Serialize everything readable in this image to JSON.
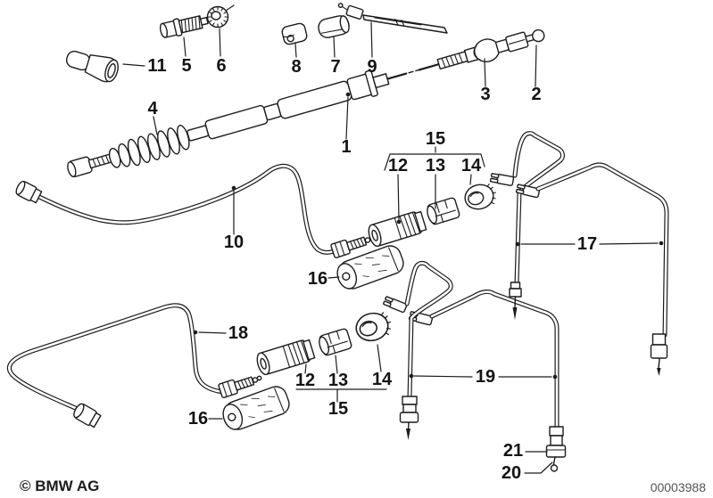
{
  "colors": {
    "background": "#ffffff",
    "ink": "#1c1c1c",
    "image_number_text": "#555555"
  },
  "footer": {
    "copyright": "© BMW AG",
    "image_number": "00003988"
  },
  "callouts": [
    {
      "id": "11",
      "text": "11"
    },
    {
      "id": "5",
      "text": "5"
    },
    {
      "id": "6",
      "text": "6"
    },
    {
      "id": "8",
      "text": "8"
    },
    {
      "id": "7",
      "text": "7"
    },
    {
      "id": "9",
      "text": "9"
    },
    {
      "id": "3",
      "text": "3"
    },
    {
      "id": "2",
      "text": "2"
    },
    {
      "id": "1",
      "text": "1"
    },
    {
      "id": "4",
      "text": "4"
    },
    {
      "id": "10",
      "text": "10"
    },
    {
      "id": "15-upper",
      "text": "15"
    },
    {
      "id": "12-upper",
      "text": "12"
    },
    {
      "id": "13-upper",
      "text": "13"
    },
    {
      "id": "14-upper",
      "text": "14"
    },
    {
      "id": "16-upper",
      "text": "16"
    },
    {
      "id": "17",
      "text": "17"
    },
    {
      "id": "18",
      "text": "18"
    },
    {
      "id": "12-lower",
      "text": "12"
    },
    {
      "id": "13-lower",
      "text": "13"
    },
    {
      "id": "14-lower",
      "text": "14"
    },
    {
      "id": "15-lower",
      "text": "15"
    },
    {
      "id": "16-lower",
      "text": "16"
    },
    {
      "id": "19",
      "text": "19"
    },
    {
      "id": "21",
      "text": "21"
    },
    {
      "id": "20",
      "text": "20"
    }
  ]
}
